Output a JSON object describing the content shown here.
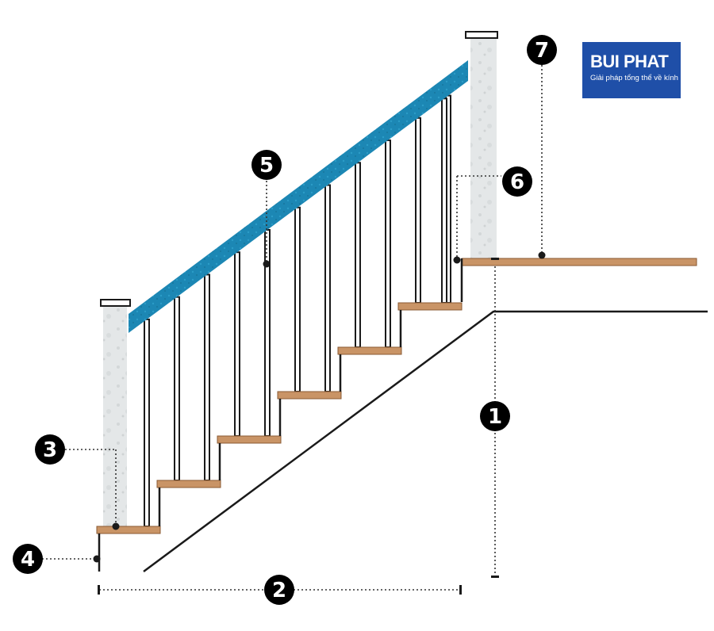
{
  "diagram": {
    "callouts": [
      {
        "id": "1",
        "label": "1"
      },
      {
        "id": "2",
        "label": "2"
      },
      {
        "id": "3",
        "label": "3"
      },
      {
        "id": "4",
        "label": "4"
      },
      {
        "id": "5",
        "label": "5"
      },
      {
        "id": "6",
        "label": "6"
      },
      {
        "id": "7",
        "label": "7"
      }
    ],
    "colors": {
      "handrail": "#1c87b4",
      "tread": "#c99466",
      "post": "#e4e7e8",
      "baluster": "#1a1a1a",
      "line": "#1a1a1a",
      "callout_fill": "#000000",
      "brand_background": "#1f4fa8"
    }
  },
  "brand": {
    "name": "BUI PHAT",
    "tagline": "Giải pháp tổng thể về kính"
  }
}
